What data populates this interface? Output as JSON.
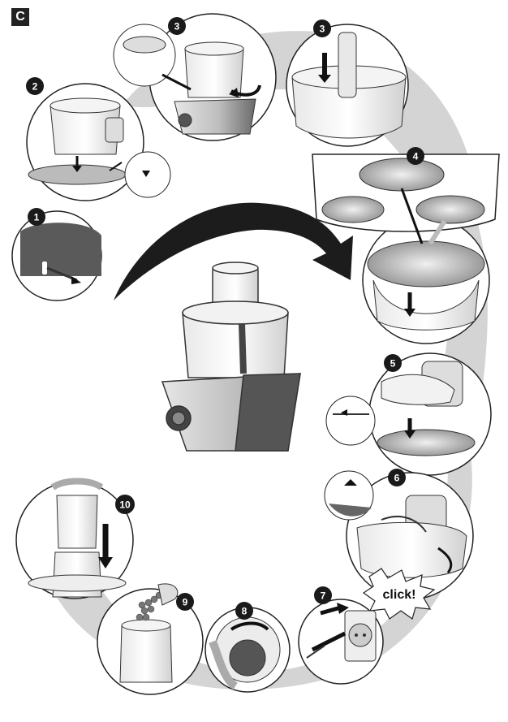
{
  "section_label": "C",
  "steps": [
    {
      "number": "1"
    },
    {
      "number": "2"
    },
    {
      "number": "3"
    },
    {
      "number": "3"
    },
    {
      "number": "4"
    },
    {
      "number": "5"
    },
    {
      "number": "6"
    },
    {
      "number": "7"
    },
    {
      "number": "8"
    },
    {
      "number": "9"
    },
    {
      "number": "10"
    }
  ],
  "callout_text": "click!",
  "colors": {
    "path_shadow": "#c8c8c8",
    "outline": "#222222",
    "base_dark": "#5a5a5a",
    "base_light": "#d9d9d9",
    "badge": "#1a1a1a"
  }
}
